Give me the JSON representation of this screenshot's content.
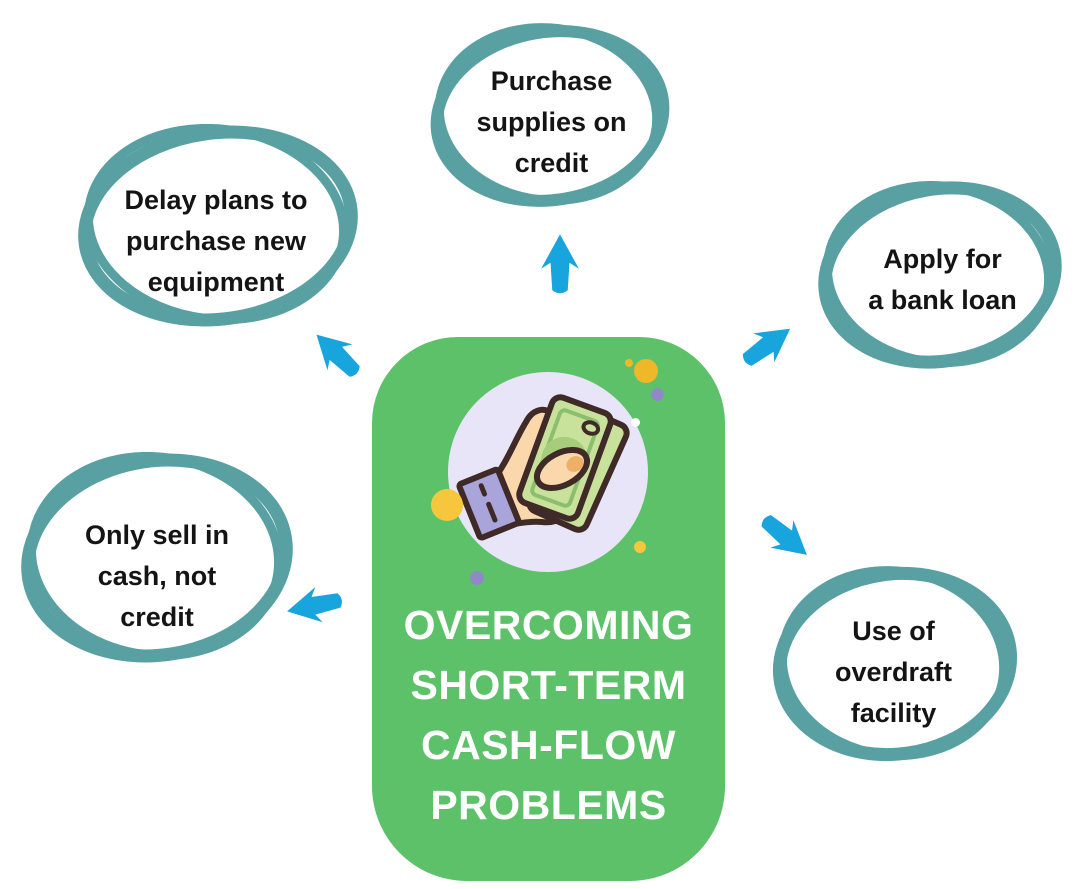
{
  "diagram": {
    "type": "radial-spoke-diagram",
    "center": {
      "title": "OVERCOMING\nSHORT-TERM\nCASH-FLOW\nPROBLEMS",
      "icon": "cash-in-hand-icon"
    },
    "bubbles": [
      {
        "id": "purchase-supplies-on-credit",
        "position": "top",
        "label": "Purchase\nsupplies on\ncredit"
      },
      {
        "id": "delay-equipment-purchase",
        "position": "top-left",
        "label": "Delay plans to\npurchase new\nequipment"
      },
      {
        "id": "only-sell-in-cash",
        "position": "left",
        "label": "Only sell in\ncash, not\ncredit"
      },
      {
        "id": "apply-for-bank-loan",
        "position": "top-right",
        "label": "Apply for\na bank loan"
      },
      {
        "id": "use-of-overdraft-facility",
        "position": "bottom-right",
        "label": "Use of\noverdraft\nfacility"
      }
    ],
    "arrows": [
      {
        "icon": "arrow-up-icon",
        "points_to": "purchase-supplies-on-credit"
      },
      {
        "icon": "arrow-up-left-icon",
        "points_to": "delay-equipment-purchase"
      },
      {
        "icon": "arrow-up-right-icon",
        "points_to": "apply-for-bank-loan"
      },
      {
        "icon": "arrow-left-icon",
        "points_to": "only-sell-in-cash"
      },
      {
        "icon": "arrow-down-right-icon",
        "points_to": "use-of-overdraft-facility"
      }
    ],
    "colors": {
      "card_green": "#5cc169",
      "ring_teal": "#58a0a1",
      "arrow_blue": "#18a4dc",
      "title_text": "#ffffff",
      "bubble_text": "#141414",
      "icon_circle_lavender": "#e7e5f7",
      "dot_yellow_dark": "#efb829",
      "dot_yellow_light": "#f6c73d",
      "dot_purple": "#8f8ac6",
      "dot_white": "#ffffff",
      "background": "#ffffff"
    }
  }
}
